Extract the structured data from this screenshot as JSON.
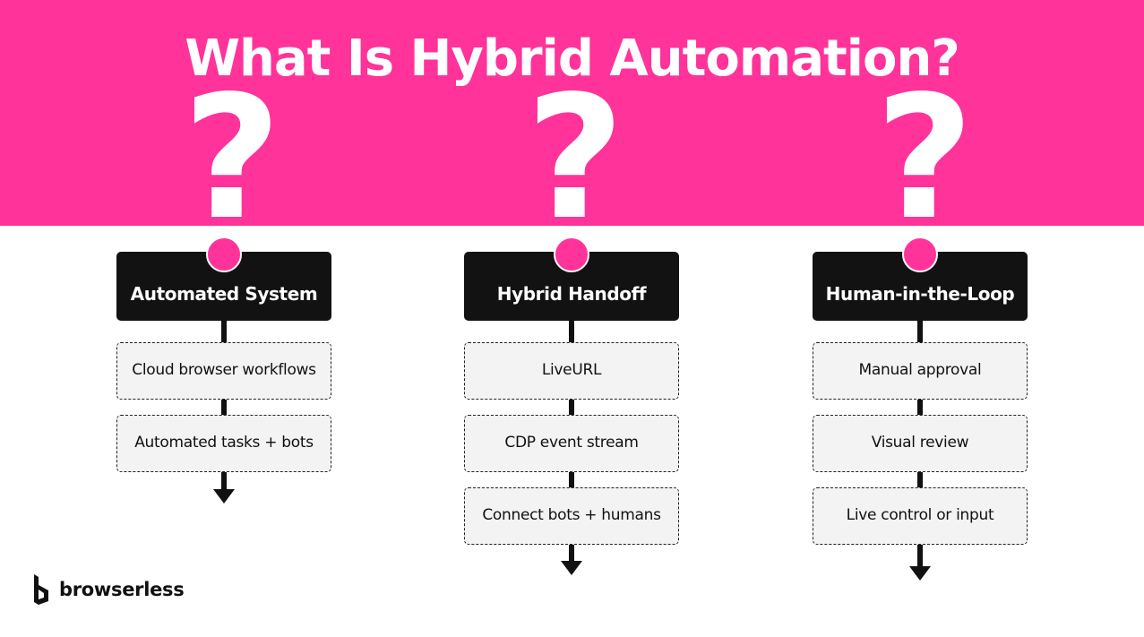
{
  "colors": {
    "brand_pink": "#FF3399",
    "box_dark": "#121212",
    "step_fill": "#F3F3F3"
  },
  "title": "What Is Hybrid Automation?",
  "question_mark": "?",
  "columns": [
    {
      "heading": "Automated System",
      "steps": [
        "Cloud browser workflows",
        "Automated tasks + bots"
      ]
    },
    {
      "heading": "Hybrid Handoff",
      "steps": [
        "LiveURL",
        "CDP event stream",
        "Connect bots + humans"
      ]
    },
    {
      "heading": "Human-in-the-Loop",
      "steps": [
        "Manual approval",
        "Visual review",
        "Live control or input"
      ]
    }
  ],
  "logo": {
    "text": "browserless",
    "icon": "browserless-logo-icon"
  }
}
